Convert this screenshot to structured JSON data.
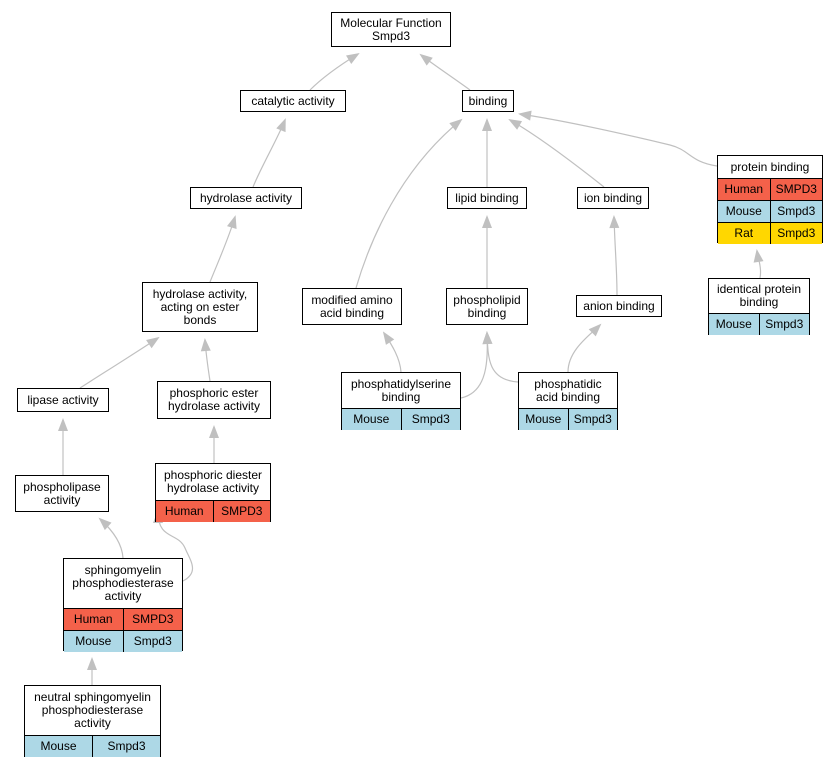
{
  "colors": {
    "edge": "#c0c0c0",
    "Human": "#f4614a",
    "Mouse": "#add8e6",
    "Rat": "#ffd700"
  },
  "nodes": [
    {
      "id": "molecular-function",
      "label": "Molecular Function\nSmpd3",
      "rows": []
    },
    {
      "id": "catalytic-activity",
      "label": "catalytic activity",
      "rows": []
    },
    {
      "id": "binding",
      "label": "binding",
      "rows": []
    },
    {
      "id": "hydrolase-activity",
      "label": "hydrolase activity",
      "rows": []
    },
    {
      "id": "lipid-binding",
      "label": "lipid binding",
      "rows": []
    },
    {
      "id": "ion-binding",
      "label": "ion binding",
      "rows": []
    },
    {
      "id": "protein-binding",
      "label": "protein binding",
      "rows": [
        {
          "species": "Human",
          "gene": "SMPD3"
        },
        {
          "species": "Mouse",
          "gene": "Smpd3"
        },
        {
          "species": "Rat",
          "gene": "Smpd3"
        }
      ]
    },
    {
      "id": "hydrolase-ester",
      "label": "hydrolase activity,\nacting on ester\nbonds",
      "rows": []
    },
    {
      "id": "modified-amino-acid-binding",
      "label": "modified amino\nacid binding",
      "rows": []
    },
    {
      "id": "phospholipid-binding",
      "label": "phospholipid\nbinding",
      "rows": []
    },
    {
      "id": "anion-binding",
      "label": "anion binding",
      "rows": []
    },
    {
      "id": "identical-protein-binding",
      "label": "identical protein\nbinding",
      "rows": [
        {
          "species": "Mouse",
          "gene": "Smpd3"
        }
      ]
    },
    {
      "id": "lipase-activity",
      "label": "lipase activity",
      "rows": []
    },
    {
      "id": "phosphoric-ester-hydrolase",
      "label": "phosphoric ester\nhydrolase activity",
      "rows": []
    },
    {
      "id": "phosphatidylserine-binding",
      "label": "phosphatidylserine\nbinding",
      "rows": [
        {
          "species": "Mouse",
          "gene": "Smpd3"
        }
      ]
    },
    {
      "id": "phosphatidic-acid-binding",
      "label": "phosphatidic\nacid binding",
      "rows": [
        {
          "species": "Mouse",
          "gene": "Smpd3"
        }
      ]
    },
    {
      "id": "phospholipase-activity",
      "label": "phospholipase\nactivity",
      "rows": []
    },
    {
      "id": "phosphoric-diester-hydrolase",
      "label": "phosphoric diester\nhydrolase activity",
      "rows": [
        {
          "species": "Human",
          "gene": "SMPD3"
        }
      ]
    },
    {
      "id": "sphingomyelin-pde",
      "label": "sphingomyelin\nphosphodiesterase\nactivity",
      "rows": [
        {
          "species": "Human",
          "gene": "SMPD3"
        },
        {
          "species": "Mouse",
          "gene": "Smpd3"
        }
      ]
    },
    {
      "id": "neutral-sphingomyelin-pde",
      "label": "neutral sphingomyelin\nphosphodiesterase\nactivity",
      "rows": [
        {
          "species": "Mouse",
          "gene": "Smpd3"
        }
      ]
    }
  ],
  "edges": [
    {
      "from": "catalytic-activity",
      "to": "molecular-function"
    },
    {
      "from": "binding",
      "to": "molecular-function"
    },
    {
      "from": "hydrolase-activity",
      "to": "catalytic-activity"
    },
    {
      "from": "hydrolase-ester",
      "to": "hydrolase-activity"
    },
    {
      "from": "lipase-activity",
      "to": "hydrolase-ester"
    },
    {
      "from": "phosphoric-ester-hydrolase",
      "to": "hydrolase-ester"
    },
    {
      "from": "phospholipase-activity",
      "to": "lipase-activity"
    },
    {
      "from": "phosphoric-diester-hydrolase",
      "to": "phosphoric-ester-hydrolase"
    },
    {
      "from": "sphingomyelin-pde",
      "to": "phospholipase-activity"
    },
    {
      "from": "sphingomyelin-pde",
      "to": "phosphoric-diester-hydrolase"
    },
    {
      "from": "neutral-sphingomyelin-pde",
      "to": "sphingomyelin-pde"
    },
    {
      "from": "modified-amino-acid-binding",
      "to": "binding"
    },
    {
      "from": "lipid-binding",
      "to": "binding"
    },
    {
      "from": "ion-binding",
      "to": "binding"
    },
    {
      "from": "protein-binding",
      "to": "binding"
    },
    {
      "from": "phospholipid-binding",
      "to": "lipid-binding"
    },
    {
      "from": "anion-binding",
      "to": "ion-binding"
    },
    {
      "from": "identical-protein-binding",
      "to": "protein-binding"
    },
    {
      "from": "phosphatidylserine-binding",
      "to": "modified-amino-acid-binding"
    },
    {
      "from": "phosphatidylserine-binding",
      "to": "phospholipid-binding"
    },
    {
      "from": "phosphatidic-acid-binding",
      "to": "phospholipid-binding"
    },
    {
      "from": "phosphatidic-acid-binding",
      "to": "anion-binding"
    }
  ]
}
